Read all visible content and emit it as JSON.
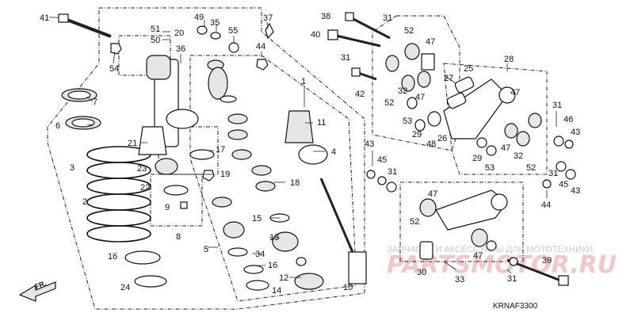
{
  "diagram": {
    "code": "KRNAF3300",
    "front_indicator": "FR.",
    "watermark_text": "ЗАПЧАСТИ И АКСЕССУАРЫ ДЛЯ МОТОТЕХНИКИ",
    "watermark_logo": "PARTSMOTOR.RU",
    "callouts": [
      "41",
      "49",
      "35",
      "37",
      "38",
      "31",
      "51",
      "20",
      "50",
      "40",
      "52",
      "47",
      "55",
      "31",
      "36",
      "54",
      "44",
      "25",
      "28",
      "1",
      "27",
      "42",
      "47",
      "52",
      "32",
      "7",
      "11",
      "31",
      "6",
      "53",
      "47",
      "46",
      "21",
      "17",
      "29",
      "48",
      "26",
      "43",
      "4",
      "3",
      "23",
      "19",
      "47",
      "29",
      "53",
      "32",
      "52",
      "43",
      "45",
      "31",
      "31",
      "18",
      "44",
      "45",
      "43",
      "22",
      "9",
      "47",
      "2",
      "15",
      "8",
      "52",
      "5",
      "13",
      "16",
      "34",
      "16",
      "12",
      "30",
      "33",
      "31",
      "47",
      "39",
      "14",
      "24",
      "10"
    ]
  }
}
